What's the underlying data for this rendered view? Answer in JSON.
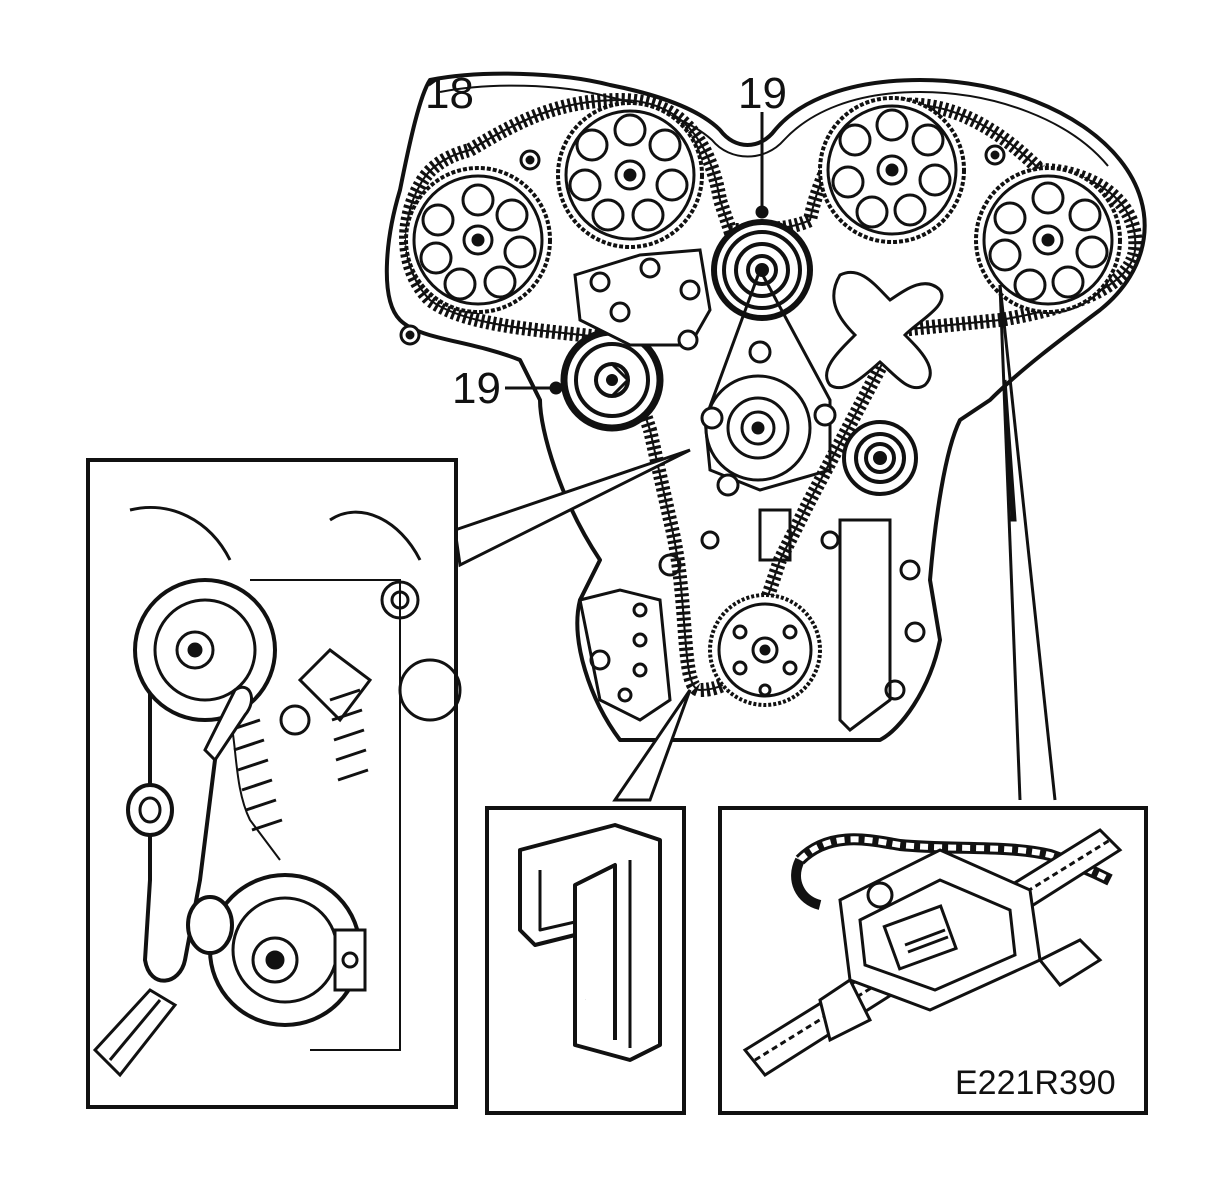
{
  "callouts": {
    "label_18": "18",
    "label_19_top": "19",
    "label_19_left": "19"
  },
  "figure_code": "E221R390",
  "insets": {
    "center_digit": "1"
  },
  "colors": {
    "ink": "#111111",
    "paper": "#ffffff"
  }
}
